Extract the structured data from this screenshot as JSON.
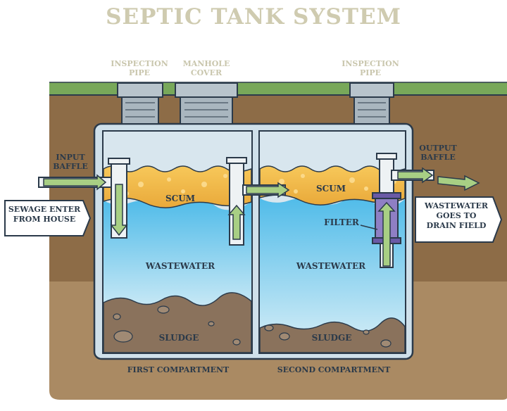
{
  "title": "SEPTIC TANK SYSTEM",
  "labels": {
    "inspection_pipe_left": "INSPECTION\nPIPE",
    "manhole_cover": "MANHOLE\nCOVER",
    "inspection_pipe_right": "INSPECTION\nPIPE",
    "input_baffle": "INPUT\nBAFFLE",
    "output_baffle": "OUTPUT\nBAFFLE",
    "sewage_enter": "SEWAGE ENTER\nFROM HOUSE",
    "wastewater_out": "WASTEWATER\nGOES TO\nDRAIN FIELD",
    "scum_1": "SCUM",
    "scum_2": "SCUM",
    "filter": "FILTER",
    "wastewater_1": "WASTEWATER",
    "wastewater_2": "WASTEWATER",
    "sludge_1": "SLUDGE",
    "sludge_2": "SLUDGE",
    "first_compartment": "FIRST COMPARTMENT",
    "second_compartment": "SECOND COMPARTMENT"
  },
  "colors": {
    "title": "#cfcbb0",
    "grass": "#78a85a",
    "soil": "#8a6c48",
    "soil_light": "#a98a66",
    "tank_outline": "#2b3a4a",
    "tank_fill": "#cfe0ea",
    "scum": "#f0b43c",
    "water_top": "#5fc3ec",
    "water_bottom": "#b9e2f3",
    "sludge": "#8c7560",
    "pipe": "#eef2f4",
    "arrow": "#a8cf84",
    "filter": "#8f7fc4",
    "concrete": "#a9b6bf"
  }
}
